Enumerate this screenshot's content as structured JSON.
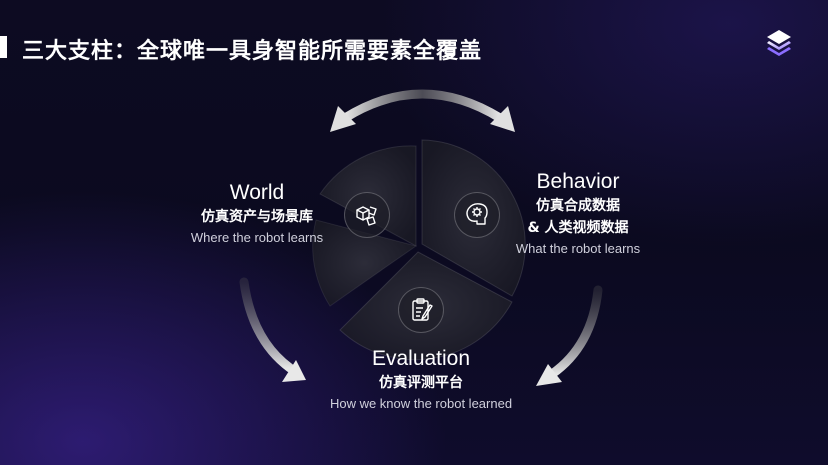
{
  "header": {
    "title": "三大支柱：全球唯一具身智能所需要素全覆盖",
    "logo_icon": "stacked-layers-icon"
  },
  "pillars": {
    "world": {
      "title": "World",
      "cn": "仿真资产与场景库",
      "sub": "Where the robot learns",
      "icon": "3d-assets-icon"
    },
    "behavior": {
      "title": "Behavior",
      "cn_line1": "仿真合成数据",
      "cn_line2": "& 人类视频数据",
      "sub": "What the robot learns",
      "icon": "brain-gear-icon"
    },
    "evaluation": {
      "title": "Evaluation",
      "cn": "仿真评测平台",
      "sub": "How we know the robot learned",
      "icon": "clipboard-pen-icon"
    }
  },
  "colors": {
    "background": "#0b0a1f",
    "accent_glow": "#4628aa",
    "arrow": "#d8d8d8",
    "segment_fill": "#22222c"
  }
}
